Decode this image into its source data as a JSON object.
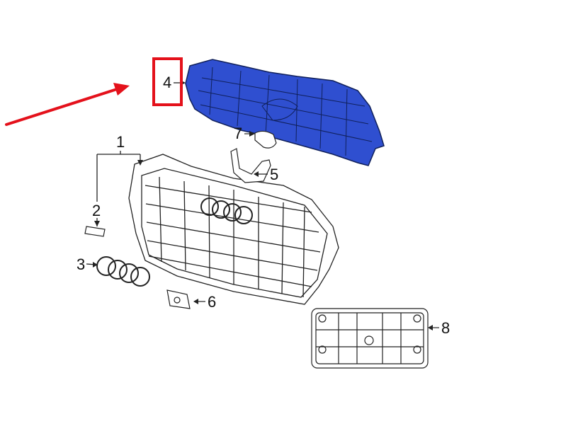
{
  "diagram": {
    "title": "Front grille assembly exploded parts diagram",
    "highlight_color": "#e4111b",
    "highlight_part_fill": "#2f4fd0",
    "line_color": "#222222",
    "callouts": [
      {
        "id": "1",
        "label": "1",
        "part": "grille-assembly"
      },
      {
        "id": "2",
        "label": "2",
        "part": "badge-emblem-strip"
      },
      {
        "id": "3",
        "label": "3",
        "part": "rings-emblem"
      },
      {
        "id": "4",
        "label": "4",
        "part": "grille-support-bracket",
        "highlighted": true
      },
      {
        "id": "5",
        "label": "5",
        "part": "mounting-bracket"
      },
      {
        "id": "6",
        "label": "6",
        "part": "sensor-cover"
      },
      {
        "id": "7",
        "label": "7",
        "part": "clip"
      },
      {
        "id": "8",
        "label": "8",
        "part": "license-plate-bracket"
      }
    ]
  }
}
